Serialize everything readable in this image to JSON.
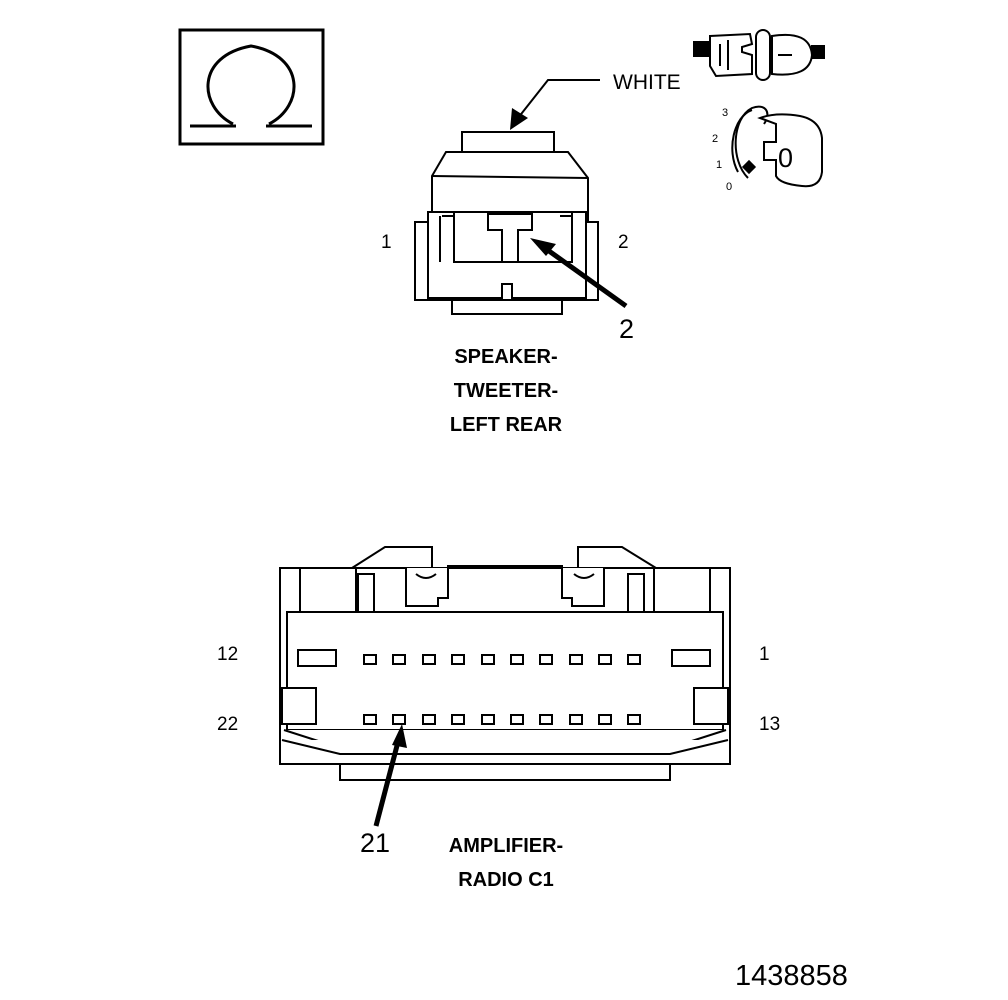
{
  "tweeter_connector": {
    "color_label": "WHITE",
    "pin_left": "1",
    "pin_right": "2",
    "callout_pin": "2",
    "caption": [
      "SPEAKER-",
      "TWEETER-",
      "LEFT REAR"
    ]
  },
  "amplifier_connector": {
    "pin_top_left": "12",
    "pin_top_right": "1",
    "pin_bottom_left": "22",
    "pin_bottom_right": "13",
    "callout_pin": "21",
    "caption": [
      "AMPLIFIER-",
      "RADIO C1"
    ]
  },
  "ignition_key_icon": {
    "positions": [
      "3",
      "2",
      "1",
      "0"
    ],
    "key_label": "0"
  },
  "document_number": "1438858",
  "icons": [
    "ohm-icon",
    "connector-test-icon",
    "ignition-key-icon"
  ]
}
